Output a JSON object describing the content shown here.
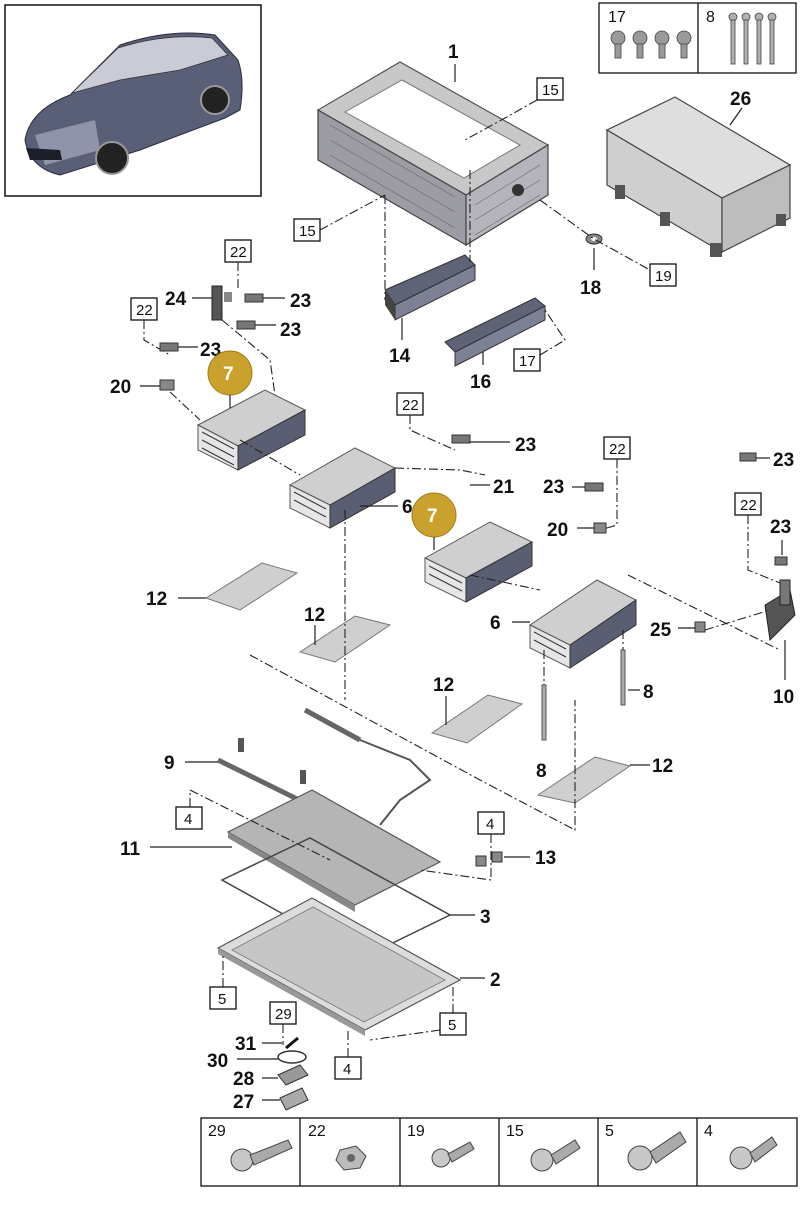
{
  "callouts": {
    "c1": "1",
    "c2": "2",
    "c3": "3",
    "c6a": "6",
    "c6b": "6",
    "c7a": "7",
    "c7b": "7",
    "c8a": "8",
    "c8b": "8",
    "c9": "9",
    "c10": "10",
    "c11": "11",
    "c12a": "12",
    "c12b": "12",
    "c12c": "12",
    "c12d": "12",
    "c13": "13",
    "c14": "14",
    "c16": "16",
    "c18": "18",
    "c20a": "20",
    "c20b": "20",
    "c21": "21",
    "c23a": "23",
    "c23b": "23",
    "c23c": "23",
    "c23d": "23",
    "c23e": "23",
    "c23f": "23",
    "c23g": "23",
    "c24": "24",
    "c25": "25",
    "c26": "26",
    "c27": "27",
    "c28": "28",
    "c30": "30",
    "c31": "31"
  },
  "boxed_refs": {
    "b15a": "15",
    "b15b": "15",
    "b17": "17",
    "b19": "19",
    "b22a": "22",
    "b22b": "22",
    "b22c": "22",
    "b22d": "22",
    "b22e": "22",
    "b4a": "4",
    "b4b": "4",
    "b4c": "4",
    "b5a": "5",
    "b5b": "5",
    "b29": "29"
  },
  "fastener_panel_top": [
    {
      "ref": "17"
    },
    {
      "ref": "8"
    }
  ],
  "fastener_panel_bottom": [
    {
      "ref": "29"
    },
    {
      "ref": "22"
    },
    {
      "ref": "19"
    },
    {
      "ref": "15"
    },
    {
      "ref": "5"
    },
    {
      "ref": "4"
    }
  ],
  "colors": {
    "highlight": "#c9a12c",
    "vehicle": "#3c4058",
    "part_gray": "#dcdcdc"
  }
}
